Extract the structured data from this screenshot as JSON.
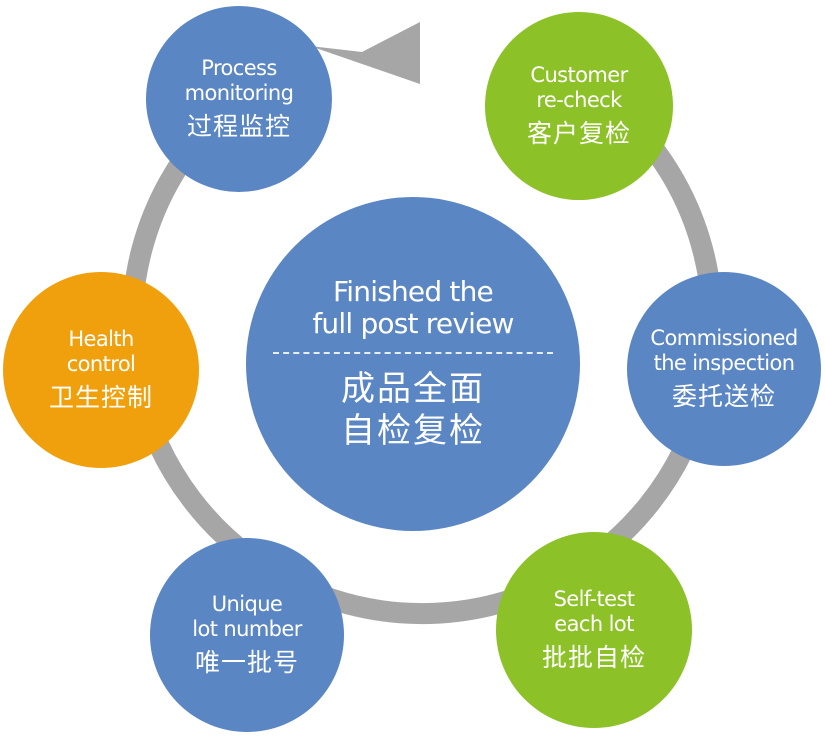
{
  "center": {
    "title_en_line1": "Finished the",
    "title_en_line2": "full post review",
    "title_zh_line1": "成品全面",
    "title_zh_line2": "自检复检"
  },
  "nodes": [
    {
      "id": "process-monitoring",
      "en_line1": "Process",
      "en_line2": "monitoring",
      "zh": "过程监控",
      "color": "#5b86c4"
    },
    {
      "id": "customer-recheck",
      "en_line1": "Customer",
      "en_line2": "re-check",
      "zh": "客户复检",
      "color": "#8cc128"
    },
    {
      "id": "commissioned-inspection",
      "en_line1": "Commissioned",
      "en_line2": "the inspection",
      "zh": "委托送检",
      "color": "#5b86c4"
    },
    {
      "id": "self-test",
      "en_line1": "Self-test",
      "en_line2": "each lot",
      "zh": "批批自检",
      "color": "#8cc128"
    },
    {
      "id": "unique-lot-number",
      "en_line1": "Unique",
      "en_line2": "lot number",
      "zh": "唯一批号",
      "color": "#5b86c4"
    },
    {
      "id": "health-control",
      "en_line1": "Health",
      "en_line2": "control",
      "zh": "卫生控制",
      "color": "#f1a00d"
    }
  ],
  "colors": {
    "blue": "#5b86c4",
    "green": "#8cc128",
    "orange": "#f1a00d",
    "ring": "#a6a6a6"
  }
}
